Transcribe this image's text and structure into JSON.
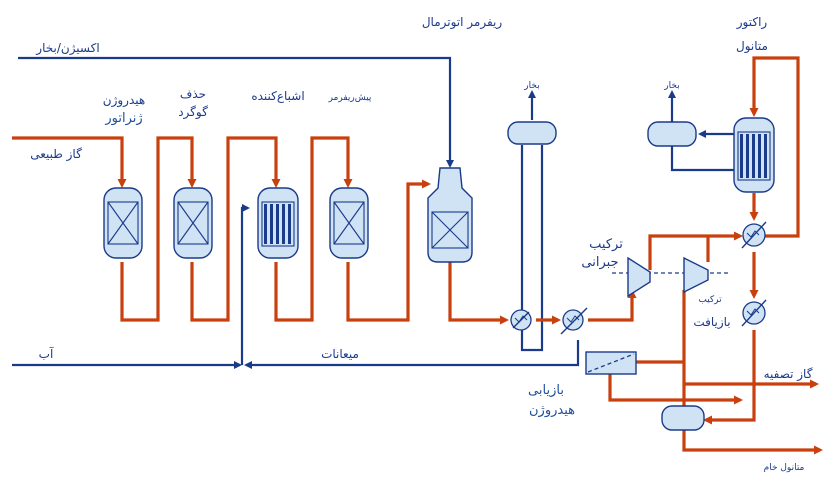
{
  "labels": {
    "autothermal_reformer": "ریفرمر اتوترمال",
    "oxygen_steam": "اکسیژن/بخار",
    "natural_gas": "گاز طبیعی",
    "hydrogen_generator_1": "هیدروژن",
    "hydrogen_generator_2": "ژنراتور",
    "sulfur_removal_1": "حذف",
    "sulfur_removal_2": "گوگرد",
    "saturator": "اشباع‌کننده",
    "prereformer": "پیش‌ریفرمر",
    "steam_top": "بخار",
    "steam_right": "بخار",
    "methanol_reactor_1": "راکتور",
    "methanol_reactor_2": "متانول",
    "makeup_compressor_1": "ترکیب",
    "makeup_compressor_2": "جبرانی",
    "recycle_compressor": "ترکیب",
    "recovery": "بازیافت",
    "water": "آب",
    "condensate": "میعانات",
    "hydrogen_recovery_1": "بازیابی",
    "hydrogen_recovery_2": "هیدروژن",
    "purge_gas": "گاز تصفیه",
    "crude_methanol": "متانول خام"
  },
  "colors": {
    "gas_line": "#c9400f",
    "steam_line": "#1a3a8a",
    "vessel_fill": "#cfe3f5"
  }
}
